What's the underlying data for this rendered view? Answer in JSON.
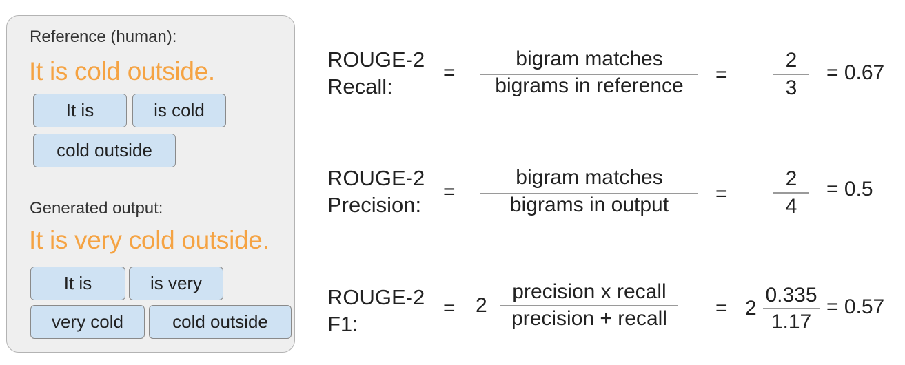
{
  "reference": {
    "label": "Reference (human):",
    "sentence": "It is cold outside.",
    "bigrams": [
      "It is",
      "is cold",
      "cold outside"
    ]
  },
  "generated": {
    "label": "Generated output:",
    "sentence": "It is very cold outside.",
    "bigrams": [
      "It is",
      "is very",
      "very cold",
      "cold outside"
    ]
  },
  "colors": {
    "sentence": "#f5a343",
    "chip_fill": "#cfe2f3",
    "panel_fill": "#efefef"
  },
  "formulas": {
    "recall": {
      "name_line1": "ROUGE-2",
      "name_line2": "Recall:",
      "eq1": "=",
      "numerator": "bigram matches",
      "denominator": "bigrams in reference",
      "eq2": "=",
      "value_numerator": "2",
      "value_denominator": "3",
      "result": "= 0.67"
    },
    "precision": {
      "name_line1": "ROUGE-2",
      "name_line2": "Precision:",
      "eq1": "=",
      "numerator": "bigram matches",
      "denominator": "bigrams in output",
      "eq2": "=",
      "value_numerator": "2",
      "value_denominator": "4",
      "result": "= 0.5"
    },
    "f1": {
      "name_line1": "ROUGE-2",
      "name_line2": "F1:",
      "eq1": "=",
      "coef1": "2",
      "numerator": "precision x recall",
      "denominator": "precision + recall",
      "eq2": "=",
      "coef2": "2",
      "value_numerator": "0.335",
      "value_denominator": "1.17",
      "result": "= 0.57"
    }
  }
}
